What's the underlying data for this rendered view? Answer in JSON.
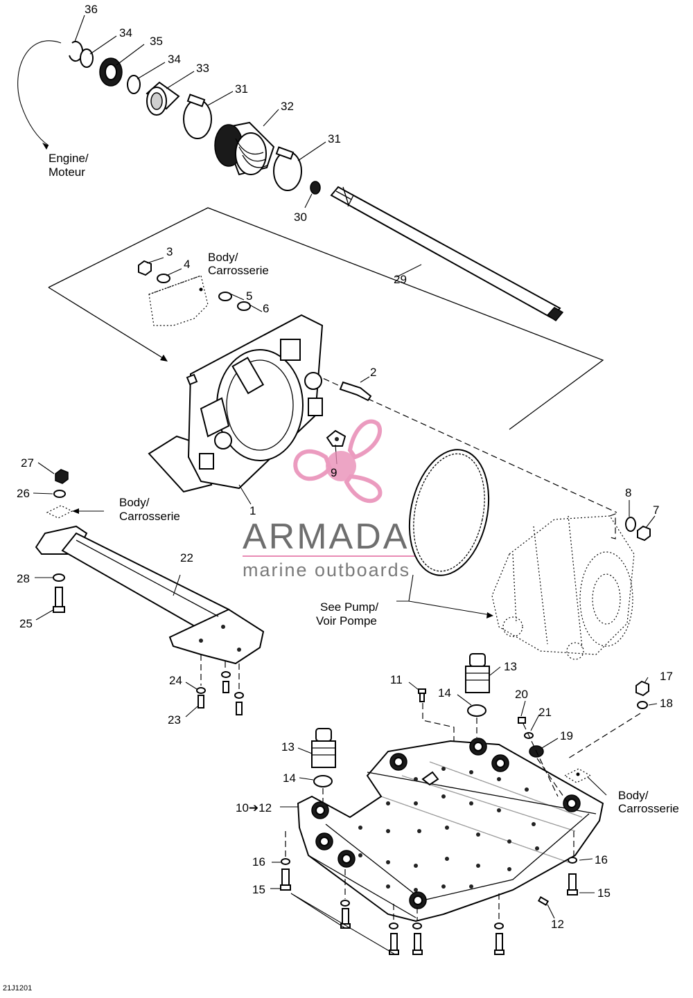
{
  "diagram": {
    "drawing_code": "21J1201",
    "labels": {
      "engine": [
        "Engine/",
        "Moteur"
      ],
      "body": [
        "Body/",
        "Carrosserie"
      ],
      "see_pump": [
        "See Pump/",
        "Voir Pompe"
      ]
    },
    "callouts": [
      "1",
      "2",
      "3",
      "4",
      "5",
      "6",
      "7",
      "8",
      "9",
      "10➔12",
      "11",
      "12",
      "13",
      "14",
      "15",
      "16",
      "17",
      "18",
      "19",
      "20",
      "21",
      "22",
      "23",
      "24",
      "25",
      "26",
      "27",
      "28",
      "29",
      "30",
      "31",
      "32",
      "33",
      "34",
      "35",
      "36"
    ]
  },
  "watermark": {
    "brand": "ARMADA",
    "tagline": "marine outboards",
    "pink": "#e88ab4",
    "grey": "#6e6e6e"
  }
}
